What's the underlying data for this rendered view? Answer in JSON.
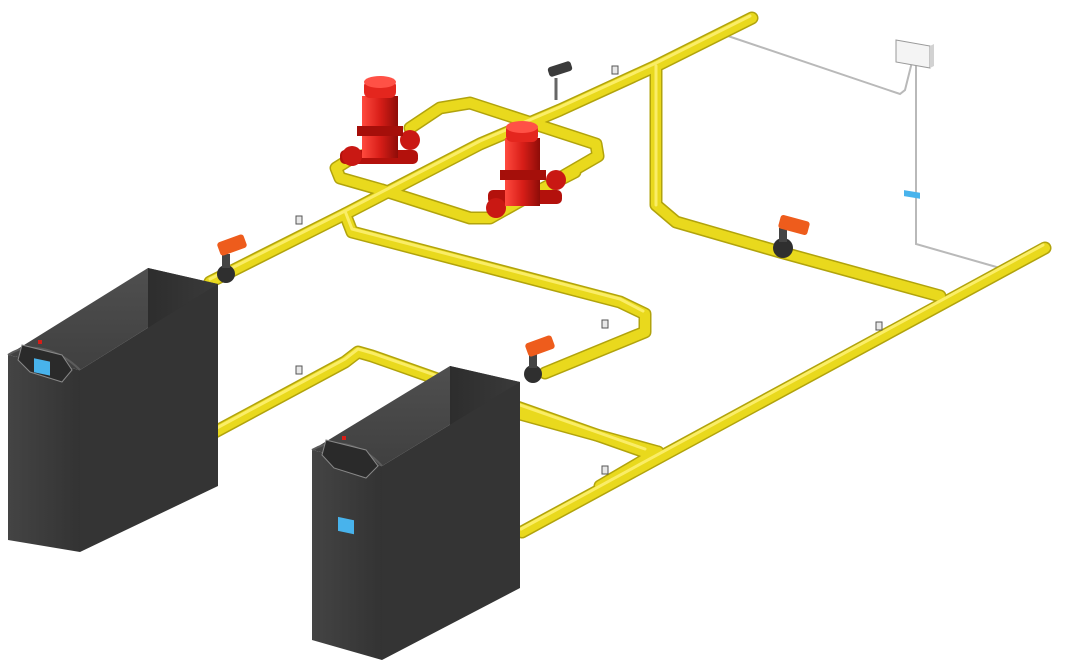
{
  "scene": {
    "components": {
      "boilers": [
        {
          "name": "boiler-left",
          "has_display": true
        },
        {
          "name": "boiler-right",
          "has_display": true
        }
      ],
      "pumps": [
        {
          "name": "circulation-pump-1"
        },
        {
          "name": "circulation-pump-2"
        }
      ],
      "actuated_valves": [
        {
          "name": "motorized-valve-boiler-1"
        },
        {
          "name": "motorized-valve-boiler-2"
        },
        {
          "name": "motorized-valve-return"
        }
      ],
      "controller": {
        "name": "wall-controller",
        "has_display": true
      },
      "air_vent": {
        "name": "air-vent-lever"
      }
    },
    "colors": {
      "pipe": "#e9d91d",
      "pipe_dark": "#a89b08",
      "boiler_body": "#3f3f3f",
      "boiler_dark": "#2b2b2b",
      "pump": "#d81e18",
      "valve_actuator": "#ee5c1c",
      "controller_body": "#f4f4f4",
      "sensor_wire": "#b9b9b9",
      "screen": "#48b3ec",
      "background": "#ffffff"
    }
  }
}
